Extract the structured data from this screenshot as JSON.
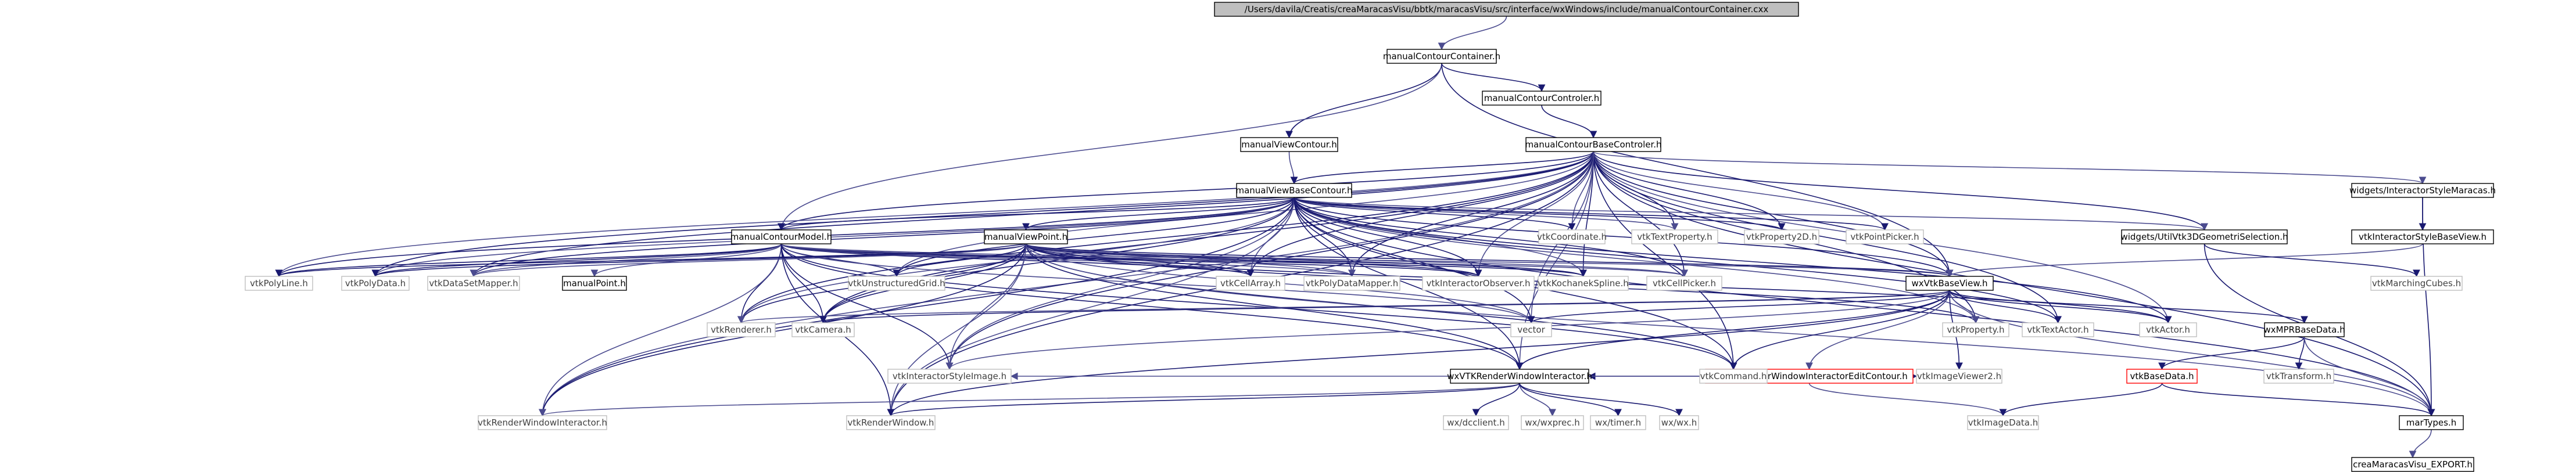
{
  "diagram": {
    "root": "/Users/davila/Creatis/creaMaracasVisu/bbtk/maracasVisu/src/interface/wxWindows/include/manualContourContainer.cxx",
    "colors": {
      "root_fill": "#bfbfbf",
      "node_fill": "#ffffff",
      "node_border": "#000000",
      "leaf_border": "#bfbfbf",
      "truncated_border": "#ff0000",
      "edge": "#191970",
      "edge_alt": "#4b4b8f",
      "leaf_text": "#404040",
      "text": "#000000"
    },
    "nodes": [
      {
        "id": "root",
        "label": "/Users/davila/Creatis/creaMaracasVisu/bbtk/maracasVisu/src/interface/wxWindows/include/manualContourContainer.cxx",
        "kind": "root"
      },
      {
        "id": "mcc",
        "label": "manualContourContainer.h",
        "kind": "normal"
      },
      {
        "id": "mcctrl",
        "label": "manualContourControler.h",
        "kind": "normal"
      },
      {
        "id": "mvc",
        "label": "manualViewContour.h",
        "kind": "normal"
      },
      {
        "id": "mcbc",
        "label": "manualContourBaseControler.h",
        "kind": "normal"
      },
      {
        "id": "mvbc",
        "label": "manualViewBaseContour.h",
        "kind": "normal"
      },
      {
        "id": "mcm",
        "label": "manualContourModel.h",
        "kind": "normal"
      },
      {
        "id": "mvp",
        "label": "manualViewPoint.h",
        "kind": "normal"
      },
      {
        "id": "mp",
        "label": "manualPoint.h",
        "kind": "normal"
      },
      {
        "id": "wism",
        "label": "widgets/InteractorStyleMaracas.h",
        "kind": "normal"
      },
      {
        "id": "wutil",
        "label": "widgets/UtilVtk3DGeometriSelection.h",
        "kind": "normal"
      },
      {
        "id": "visbv",
        "label": "vtkInteractorStyleBaseView.h",
        "kind": "normal"
      },
      {
        "id": "wxbv",
        "label": "wxVtkBaseView.h",
        "kind": "normal"
      },
      {
        "id": "wxrwiec",
        "label": "wxVTKRenderWindowInteractorEditContour.h",
        "kind": "truncated"
      },
      {
        "id": "wxmpr",
        "label": "wxMPRBaseData.h",
        "kind": "normal"
      },
      {
        "id": "vbd",
        "label": "vtkBaseData.h",
        "kind": "truncated"
      },
      {
        "id": "wxrwi",
        "label": "wxVTKRenderWindowInteractor.h",
        "kind": "normal"
      },
      {
        "id": "mart",
        "label": "marTypes.h",
        "kind": "normal"
      },
      {
        "id": "export",
        "label": "creaMaracasVisu_EXPORT.h",
        "kind": "normal"
      },
      {
        "id": "polyline",
        "label": "vtkPolyLine.h",
        "kind": "leaf"
      },
      {
        "id": "polydata",
        "label": "vtkPolyData.h",
        "kind": "leaf"
      },
      {
        "id": "dsmapper",
        "label": "vtkDataSetMapper.h",
        "kind": "leaf"
      },
      {
        "id": "ugrid",
        "label": "vtkUnstructuredGrid.h",
        "kind": "leaf"
      },
      {
        "id": "cellarray",
        "label": "vtkCellArray.h",
        "kind": "leaf"
      },
      {
        "id": "pdmapper",
        "label": "vtkPolyDataMapper.h",
        "kind": "leaf"
      },
      {
        "id": "iobs",
        "label": "vtkInteractorObserver.h",
        "kind": "leaf"
      },
      {
        "id": "kspline",
        "label": "vtkKochanekSpline.h",
        "kind": "leaf"
      },
      {
        "id": "cellpicker",
        "label": "vtkCellPicker.h",
        "kind": "leaf"
      },
      {
        "id": "coord",
        "label": "vtkCoordinate.h",
        "kind": "leaf"
      },
      {
        "id": "textprop",
        "label": "vtkTextProperty.h",
        "kind": "leaf"
      },
      {
        "id": "prop2d",
        "label": "vtkProperty2D.h",
        "kind": "leaf"
      },
      {
        "id": "ppicker",
        "label": "vtkPointPicker.h",
        "kind": "leaf"
      },
      {
        "id": "mcubes",
        "label": "vtkMarchingCubes.h",
        "kind": "leaf"
      },
      {
        "id": "renderer",
        "label": "vtkRenderer.h",
        "kind": "leaf"
      },
      {
        "id": "camera",
        "label": "vtkCamera.h",
        "kind": "leaf"
      },
      {
        "id": "vector",
        "label": "vector",
        "kind": "leaf"
      },
      {
        "id": "property",
        "label": "vtkProperty.h",
        "kind": "leaf"
      },
      {
        "id": "textactor",
        "label": "vtkTextActor.h",
        "kind": "leaf"
      },
      {
        "id": "actor",
        "label": "vtkActor.h",
        "kind": "leaf"
      },
      {
        "id": "isimage",
        "label": "vtkInteractorStyleImage.h",
        "kind": "leaf"
      },
      {
        "id": "command",
        "label": "vtkCommand.h",
        "kind": "leaf"
      },
      {
        "id": "viewer2",
        "label": "vtkImageViewer2.h",
        "kind": "leaf"
      },
      {
        "id": "transform",
        "label": "vtkTransform.h",
        "kind": "leaf"
      },
      {
        "id": "rwi",
        "label": "vtkRenderWindowInteractor.h",
        "kind": "leaf"
      },
      {
        "id": "rw",
        "label": "vtkRenderWindow.h",
        "kind": "leaf"
      },
      {
        "id": "dcclient",
        "label": "wx/dcclient.h",
        "kind": "leaf"
      },
      {
        "id": "wxprec",
        "label": "wx/wxprec.h",
        "kind": "leaf"
      },
      {
        "id": "timer",
        "label": "wx/timer.h",
        "kind": "leaf"
      },
      {
        "id": "wxh",
        "label": "wx/wx.h",
        "kind": "leaf"
      },
      {
        "id": "imagedata",
        "label": "vtkImageData.h",
        "kind": "leaf"
      }
    ],
    "edges": [
      [
        "root",
        "mcc"
      ],
      [
        "mcc",
        "mcctrl"
      ],
      [
        "mcc",
        "mvc"
      ],
      [
        "mcc",
        "mcm"
      ],
      [
        "mcc",
        "wxbv"
      ],
      [
        "mcctrl",
        "mcbc"
      ],
      [
        "mvc",
        "mvbc"
      ],
      [
        "mcbc",
        "mvbc"
      ],
      [
        "mcbc",
        "mcm"
      ],
      [
        "mcbc",
        "wism"
      ],
      [
        "mcbc",
        "wutil"
      ],
      [
        "mcbc",
        "wxbv"
      ],
      [
        "mcbc",
        "polyline"
      ],
      [
        "mcbc",
        "polydata"
      ],
      [
        "mcbc",
        "dsmapper"
      ],
      [
        "mcbc",
        "ugrid"
      ],
      [
        "mcbc",
        "cellarray"
      ],
      [
        "mcbc",
        "pdmapper"
      ],
      [
        "mcbc",
        "iobs"
      ],
      [
        "mcbc",
        "kspline"
      ],
      [
        "mcbc",
        "cellpicker"
      ],
      [
        "mcbc",
        "coord"
      ],
      [
        "mcbc",
        "textprop"
      ],
      [
        "mcbc",
        "prop2d"
      ],
      [
        "mcbc",
        "ppicker"
      ],
      [
        "mcbc",
        "renderer"
      ],
      [
        "mcbc",
        "camera"
      ],
      [
        "mcbc",
        "vector"
      ],
      [
        "mcbc",
        "property"
      ],
      [
        "mcbc",
        "textactor"
      ],
      [
        "mcbc",
        "actor"
      ],
      [
        "mcbc",
        "isimage"
      ],
      [
        "mcbc",
        "command"
      ],
      [
        "mcbc",
        "rwi"
      ],
      [
        "mcbc",
        "rw"
      ],
      [
        "mcbc",
        "mart"
      ],
      [
        "mcbc",
        "wxrwi"
      ],
      [
        "mvbc",
        "mcm"
      ],
      [
        "mvbc",
        "mvp"
      ],
      [
        "mvbc",
        "wutil"
      ],
      [
        "mvbc",
        "wxbv"
      ],
      [
        "mvbc",
        "polyline"
      ],
      [
        "mvbc",
        "polydata"
      ],
      [
        "mvbc",
        "dsmapper"
      ],
      [
        "mvbc",
        "ugrid"
      ],
      [
        "mvbc",
        "cellarray"
      ],
      [
        "mvbc",
        "pdmapper"
      ],
      [
        "mvbc",
        "iobs"
      ],
      [
        "mvbc",
        "kspline"
      ],
      [
        "mvbc",
        "cellpicker"
      ],
      [
        "mvbc",
        "coord"
      ],
      [
        "mvbc",
        "textprop"
      ],
      [
        "mvbc",
        "prop2d"
      ],
      [
        "mvbc",
        "ppicker"
      ],
      [
        "mvbc",
        "renderer"
      ],
      [
        "mvbc",
        "camera"
      ],
      [
        "mvbc",
        "vector"
      ],
      [
        "mvbc",
        "property"
      ],
      [
        "mvbc",
        "textactor"
      ],
      [
        "mvbc",
        "actor"
      ],
      [
        "mvbc",
        "isimage"
      ],
      [
        "mvbc",
        "command"
      ],
      [
        "mvbc",
        "rwi"
      ],
      [
        "mvbc",
        "rw"
      ],
      [
        "mvbc",
        "mart"
      ],
      [
        "mvbc",
        "wxrwi"
      ],
      [
        "mcm",
        "mp"
      ],
      [
        "mcm",
        "polyline"
      ],
      [
        "mcm",
        "polydata"
      ],
      [
        "mcm",
        "dsmapper"
      ],
      [
        "mcm",
        "ugrid"
      ],
      [
        "mcm",
        "cellarray"
      ],
      [
        "mcm",
        "pdmapper"
      ],
      [
        "mcm",
        "iobs"
      ],
      [
        "mcm",
        "kspline"
      ],
      [
        "mcm",
        "cellpicker"
      ],
      [
        "mcm",
        "renderer"
      ],
      [
        "mcm",
        "camera"
      ],
      [
        "mcm",
        "vector"
      ],
      [
        "mcm",
        "isimage"
      ],
      [
        "mcm",
        "command"
      ],
      [
        "mcm",
        "rwi"
      ],
      [
        "mcm",
        "rw"
      ],
      [
        "mcm",
        "wxrwi"
      ],
      [
        "mcm",
        "wxbv"
      ],
      [
        "mvp",
        "polyline"
      ],
      [
        "mvp",
        "polydata"
      ],
      [
        "mvp",
        "dsmapper"
      ],
      [
        "mvp",
        "ugrid"
      ],
      [
        "mvp",
        "cellarray"
      ],
      [
        "mvp",
        "pdmapper"
      ],
      [
        "mvp",
        "iobs"
      ],
      [
        "mvp",
        "kspline"
      ],
      [
        "mvp",
        "cellpicker"
      ],
      [
        "mvp",
        "renderer"
      ],
      [
        "mvp",
        "camera"
      ],
      [
        "mvp",
        "vector"
      ],
      [
        "mvp",
        "property"
      ],
      [
        "mvp",
        "actor"
      ],
      [
        "mvp",
        "isimage"
      ],
      [
        "mvp",
        "command"
      ],
      [
        "mvp",
        "rwi"
      ],
      [
        "mvp",
        "rw"
      ],
      [
        "mvp",
        "wxrwi"
      ],
      [
        "mvp",
        "wxbv"
      ],
      [
        "mvp",
        "mart"
      ],
      [
        "wism",
        "visbv"
      ],
      [
        "wism",
        "mart"
      ],
      [
        "visbv",
        "wxbv"
      ],
      [
        "wutil",
        "mcubes"
      ],
      [
        "wutil",
        "mart"
      ],
      [
        "wxbv",
        "wxrwiec"
      ],
      [
        "wxbv",
        "wxmpr"
      ],
      [
        "wxbv",
        "wxrwi"
      ],
      [
        "wxbv",
        "renderer"
      ],
      [
        "wxbv",
        "camera"
      ],
      [
        "wxbv",
        "vector"
      ],
      [
        "wxbv",
        "property"
      ],
      [
        "wxbv",
        "textactor"
      ],
      [
        "wxbv",
        "actor"
      ],
      [
        "wxbv",
        "isimage"
      ],
      [
        "wxbv",
        "command"
      ],
      [
        "wxbv",
        "viewer2"
      ],
      [
        "wxbv",
        "mart"
      ],
      [
        "wxbv",
        "rw"
      ],
      [
        "wxrwiec",
        "wxrwi"
      ],
      [
        "wxrwiec",
        "isimage"
      ],
      [
        "wxrwiec",
        "command"
      ],
      [
        "wxrwiec",
        "viewer2"
      ],
      [
        "wxrwiec",
        "imagedata"
      ],
      [
        "wxmpr",
        "vbd"
      ],
      [
        "wxmpr",
        "transform"
      ],
      [
        "wxmpr",
        "mart"
      ],
      [
        "vbd",
        "imagedata"
      ],
      [
        "vbd",
        "mart"
      ],
      [
        "wxrwi",
        "rwi"
      ],
      [
        "wxrwi",
        "rw"
      ],
      [
        "wxrwi",
        "dcclient"
      ],
      [
        "wxrwi",
        "wxprec"
      ],
      [
        "wxrwi",
        "timer"
      ],
      [
        "wxrwi",
        "wxh"
      ],
      [
        "mart",
        "export"
      ]
    ]
  }
}
